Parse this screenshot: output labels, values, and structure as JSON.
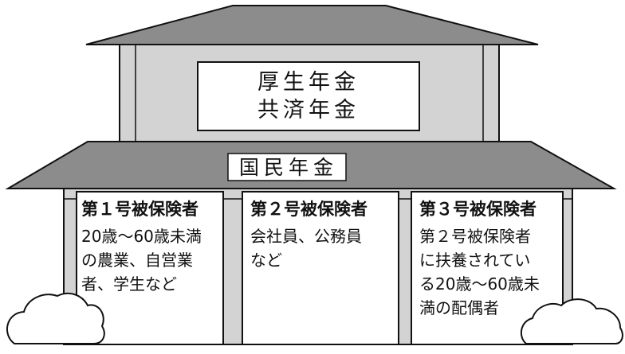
{
  "upper_floor": {
    "lines": [
      "厚生年金",
      "共済年金"
    ]
  },
  "foundation_band": {
    "label": "国民年金"
  },
  "columns": [
    {
      "heading": "第１号被保険者",
      "lines": [
        "20歳～60歳未満",
        "の農業、自営業",
        "者、学生など"
      ]
    },
    {
      "heading": "第２号被保険者",
      "lines": [
        "会社員、公務員",
        "など"
      ]
    },
    {
      "heading": "第３号被保険者",
      "lines": [
        "第２号被保険者",
        "に扶養されてい",
        "る20歳～60歳未",
        "満の配偶者"
      ]
    }
  ],
  "colors": {
    "roof": "#8c8c8c",
    "wall": "#d3d3d3",
    "frame": "#111111",
    "panel": "#ffffff"
  }
}
